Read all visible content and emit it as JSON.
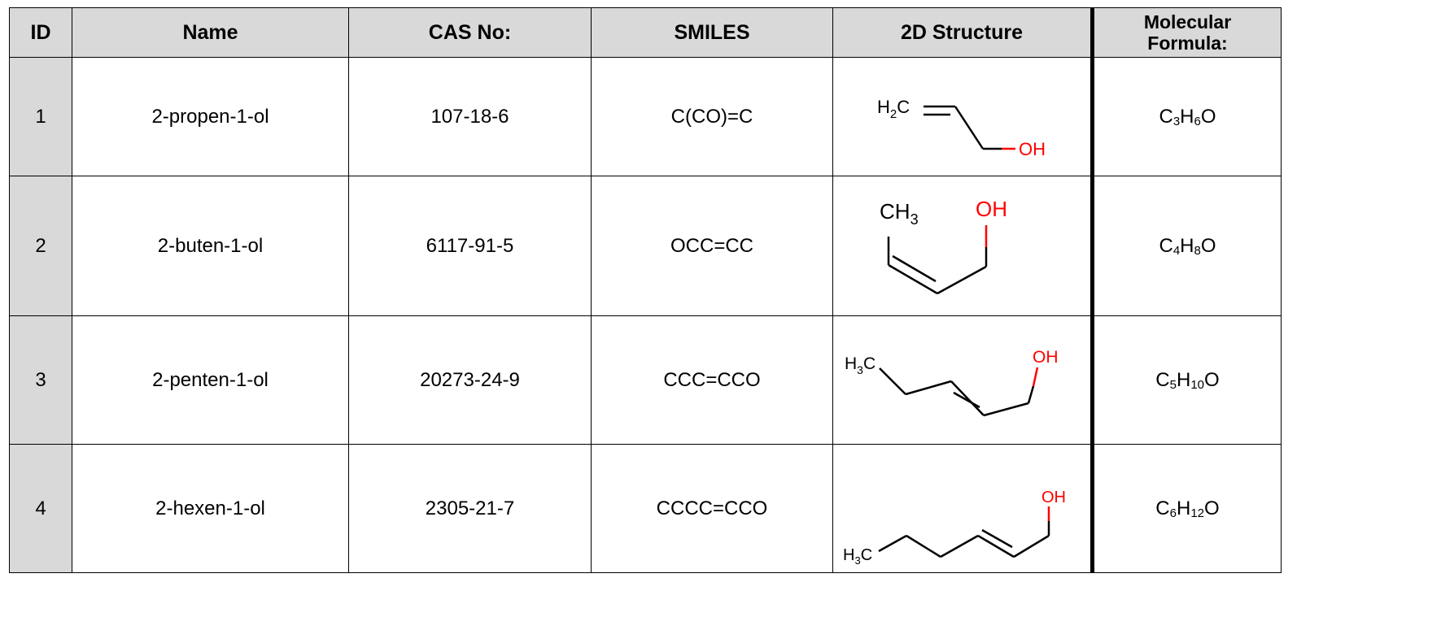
{
  "headers": [
    "ID",
    "Name",
    "CAS No:",
    "SMILES",
    "2D Structure",
    "Molecular\nFormula:"
  ],
  "header_labels": {
    "id": "ID",
    "name": "Name",
    "cas": "CAS No:",
    "smiles": "SMILES",
    "structure": "2D Structure",
    "formula_line1": "Molecular",
    "formula_line2": "Formula:"
  },
  "rows": [
    {
      "id": "1",
      "name": "2-propen-1-ol",
      "cas": "107-18-6",
      "smiles": "C(CO)=C",
      "formula": {
        "parts": [
          [
            "C",
            "3"
          ],
          [
            "H",
            "6"
          ],
          [
            "O",
            ""
          ]
        ]
      },
      "labels": {
        "left": "H",
        "left_sub": "2",
        "left_tail": "C",
        "right": "OH"
      }
    },
    {
      "id": "2",
      "name": "2-buten-1-ol",
      "cas": "6117-91-5",
      "smiles": "OCC=CC",
      "formula": {
        "parts": [
          [
            "C",
            "4"
          ],
          [
            "H",
            "8"
          ],
          [
            "O",
            ""
          ]
        ]
      },
      "labels": {
        "left": "CH",
        "left_sub": "3",
        "right": "OH"
      }
    },
    {
      "id": "3",
      "name": "2-penten-1-ol",
      "cas": "20273-24-9",
      "smiles": "CCC=CCO",
      "formula": {
        "parts": [
          [
            "C",
            "5"
          ],
          [
            "H",
            "10"
          ],
          [
            "O",
            ""
          ]
        ]
      },
      "labels": {
        "left": "H",
        "left_sub": "3",
        "left_tail": "C",
        "right": "OH"
      }
    },
    {
      "id": "4",
      "name": "2-hexen-1-ol",
      "cas": "2305-21-7",
      "smiles": "CCCC=CCO",
      "formula": {
        "parts": [
          [
            "C",
            "6"
          ],
          [
            "H",
            "12"
          ],
          [
            "O",
            ""
          ]
        ]
      },
      "labels": {
        "left": "H",
        "left_sub": "3",
        "left_tail": "C",
        "right": "OH"
      }
    }
  ],
  "colors": {
    "header_bg": "#d9d9d9",
    "id_bg": "#d9d9d9",
    "hydroxyl": "#ff0000",
    "bond": "#000000"
  }
}
